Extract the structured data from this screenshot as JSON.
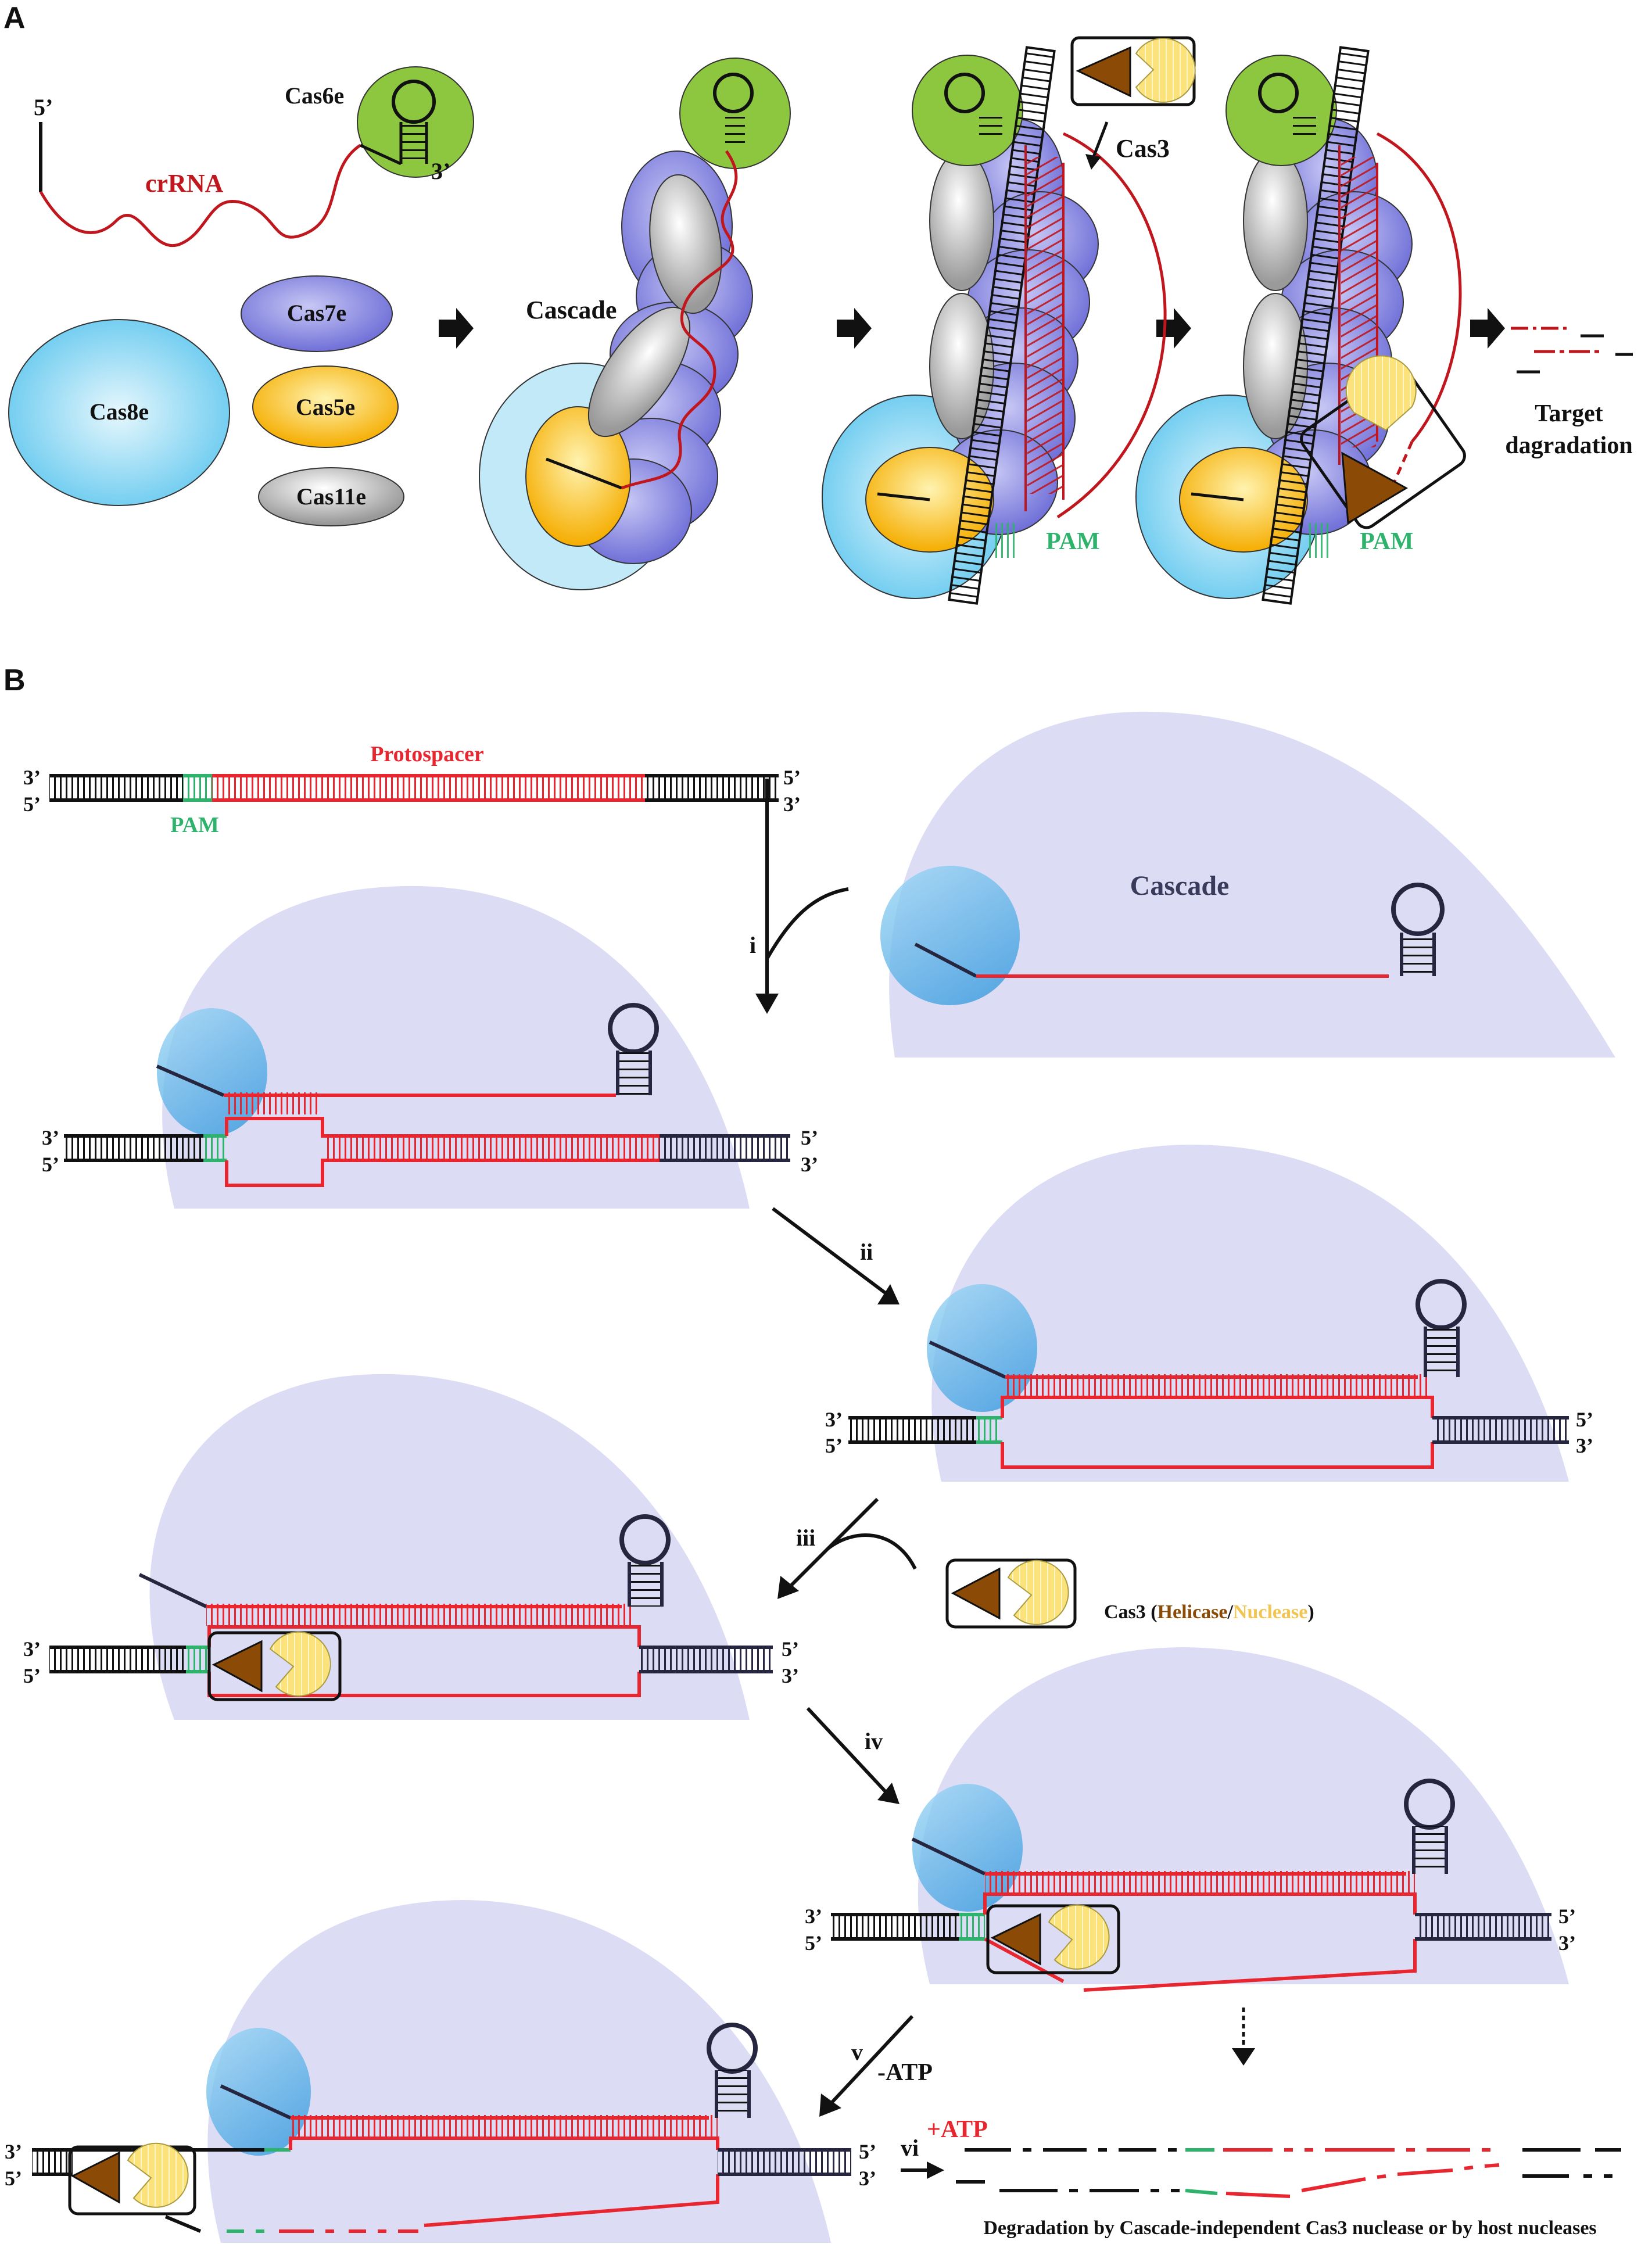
{
  "panels": {
    "a": "A",
    "b": "B"
  },
  "panel_a": {
    "five_prime": "5’",
    "three_prime": "3’",
    "crrna": "crRNA",
    "cas6e": "Cas6e",
    "cas7e": "Cas7e",
    "cas5e": "Cas5e",
    "cas8e": "Cas8e",
    "cas11e": "Cas11e",
    "cascade": "Cascade",
    "cas3": "Cas3",
    "pam": "PAM",
    "target_line1": "Target",
    "target_line2": "dagradation"
  },
  "panel_b": {
    "protospacer": "Protospacer",
    "pam": "PAM",
    "cascade": "Cascade",
    "end3": "3’",
    "end5": "5’",
    "steps": [
      "i",
      "ii",
      "iii",
      "iv",
      "v",
      "vi"
    ],
    "minus_atp": "-ATP",
    "plus_atp": "+ATP",
    "cas3_prefix": "Cas3 (",
    "cas3_helicase": "Helicase",
    "cas3_slash": "/",
    "cas3_nuclease": "Nuclease",
    "cas3_suffix": ")",
    "degradation": "Degradation by Cascade-independent Cas3 nuclease or by host nucleases"
  },
  "colors": {
    "crrna_red": "#c0161d",
    "dna_red": "#e8262f",
    "pam_green": "#2db36b",
    "cas6e_green": "#8dc63f",
    "cas7e_purple": "#7f7fe0",
    "cas5e_orange": "#f9b400",
    "cas8e_blue": "#6fcff0",
    "cascade_lavender": "#dcdcf5",
    "helicase_brown": "#8b4a06",
    "nuclease_yellow": "#fbe27b"
  }
}
